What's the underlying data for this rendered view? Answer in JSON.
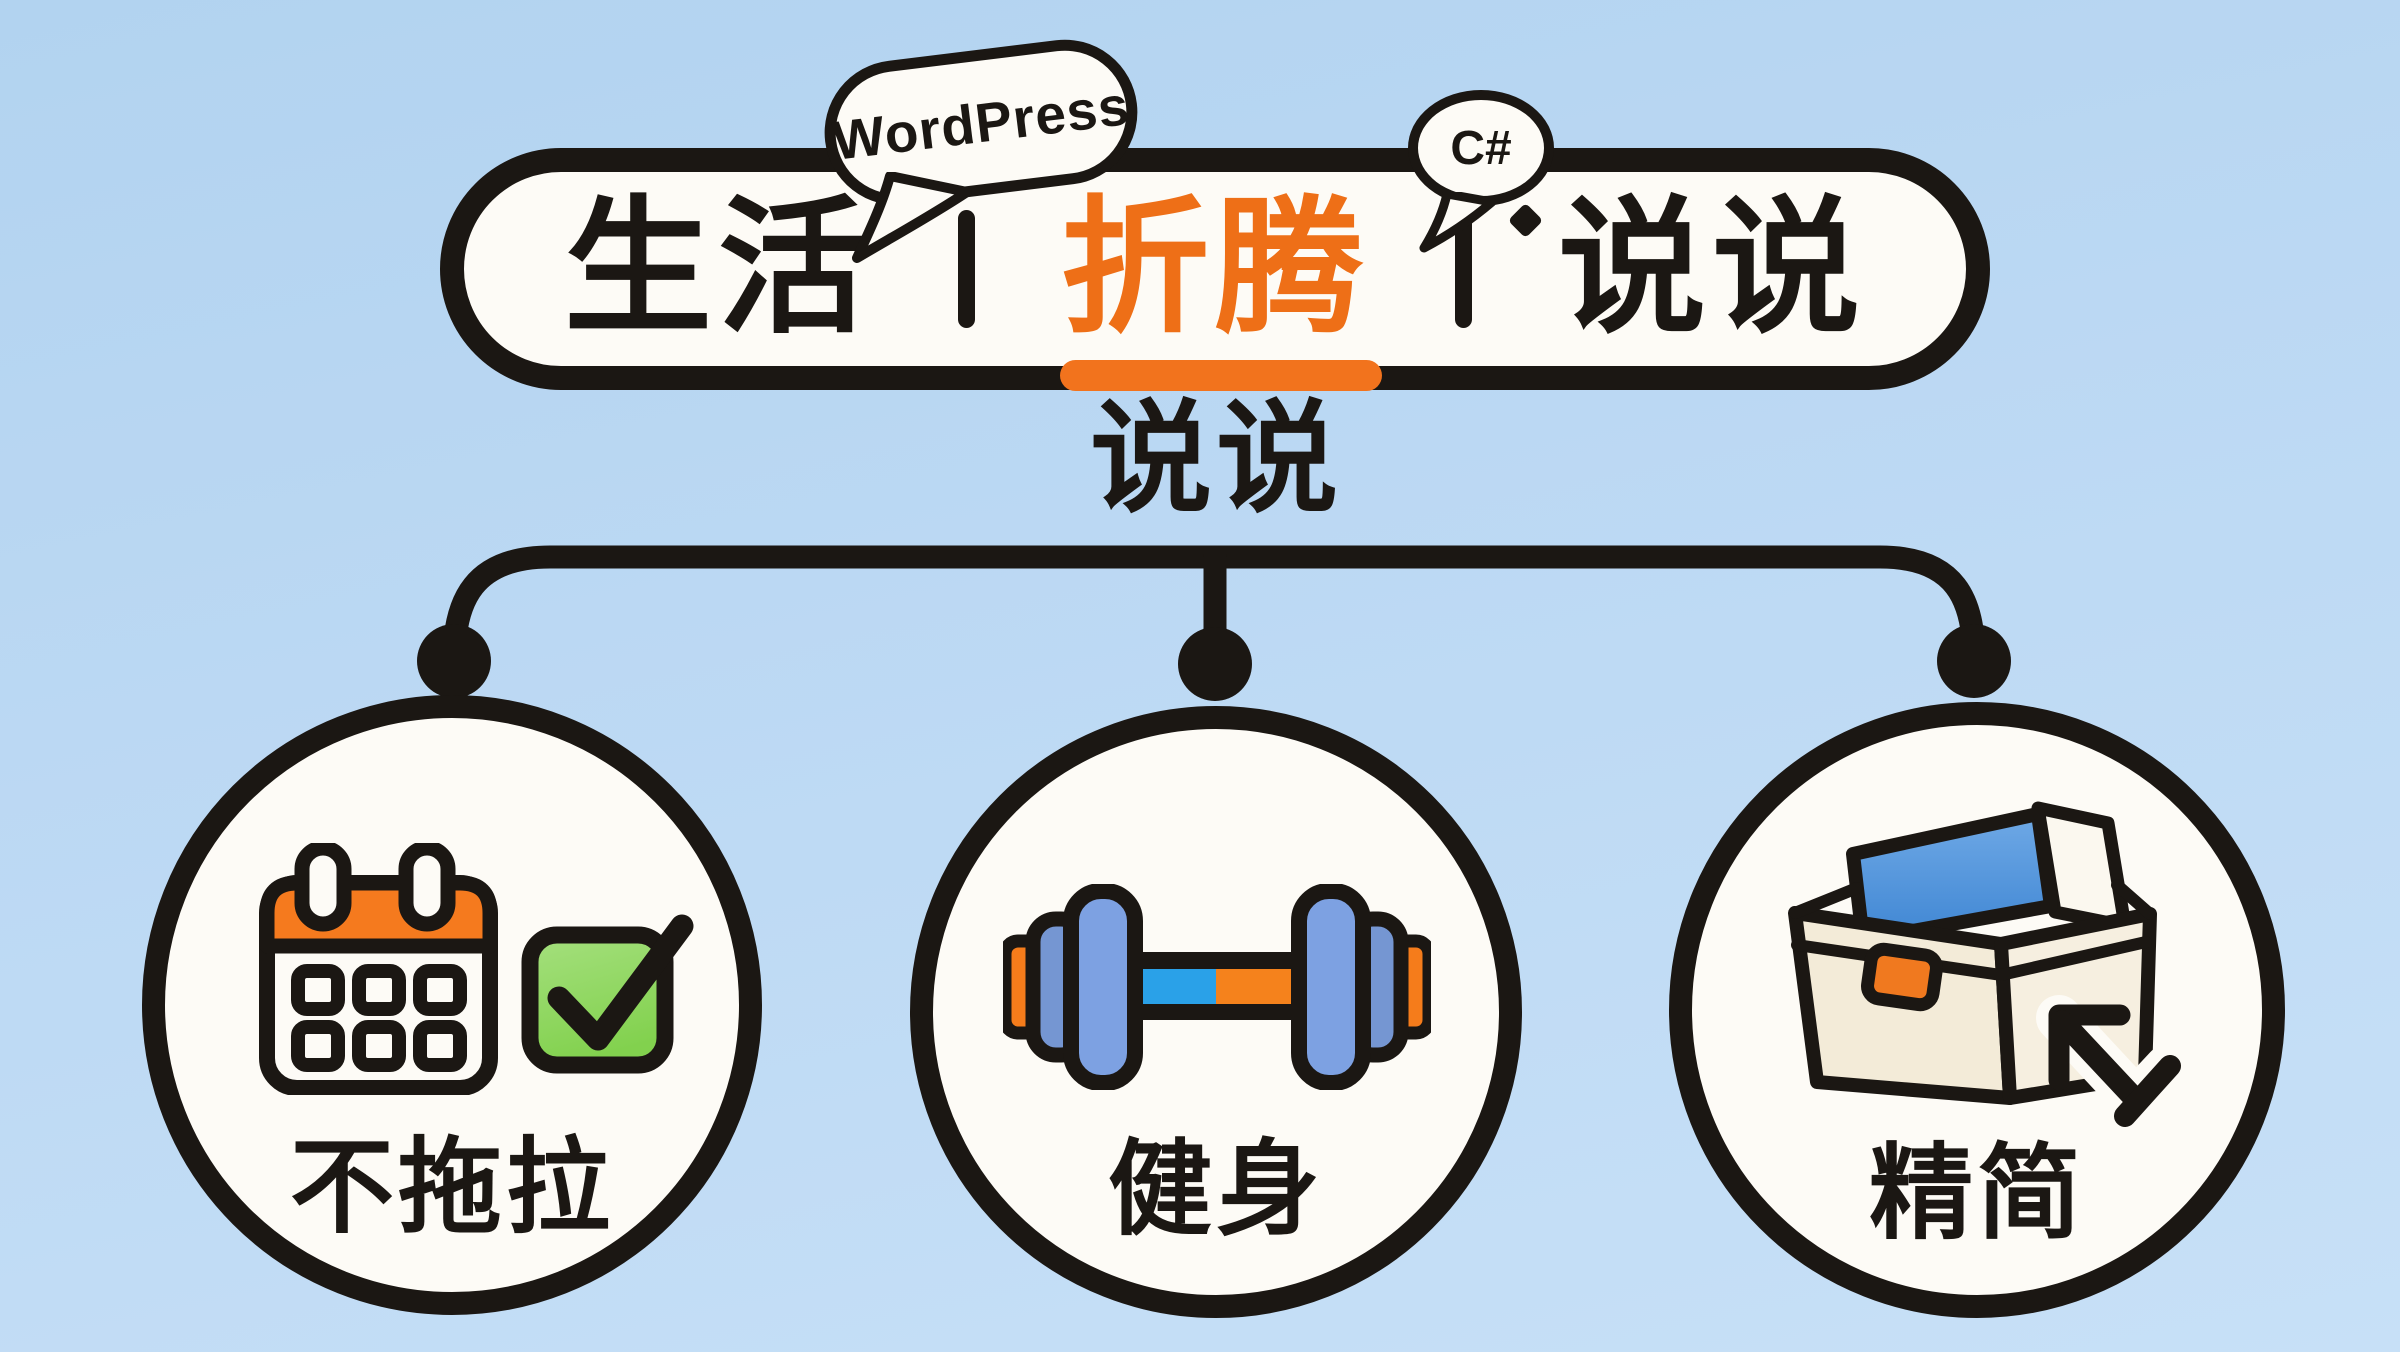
{
  "palette": {
    "background_blue": "#bbd8f3",
    "ink_black": "#1b1713",
    "paper_white": "#fdfbf6",
    "accent_orange": "#f2731d",
    "check_green": "#8fd65f",
    "plate_blue": "#7b9fde",
    "bar_blue": "#2aa1e8",
    "folder_blue": "#4a90d8",
    "box_cream": "#f3ebd8"
  },
  "pill": {
    "items": [
      {
        "label": "生活",
        "active": false
      },
      {
        "label": "折腾",
        "active": true,
        "underline_color": "#f2731d"
      },
      {
        "label": "说说",
        "active": false
      }
    ]
  },
  "bubbles": [
    {
      "label": "WordPress",
      "attached_to": "生活"
    },
    {
      "label": "C#",
      "attached_to": "折腾"
    }
  ],
  "subtitle": {
    "label": "说说"
  },
  "nodes": [
    {
      "label": "不拖拉",
      "icon": "calendar-check-icon"
    },
    {
      "label": "健身",
      "icon": "dumbbell-icon"
    },
    {
      "label": "精简",
      "icon": "box-export-icon"
    }
  ]
}
